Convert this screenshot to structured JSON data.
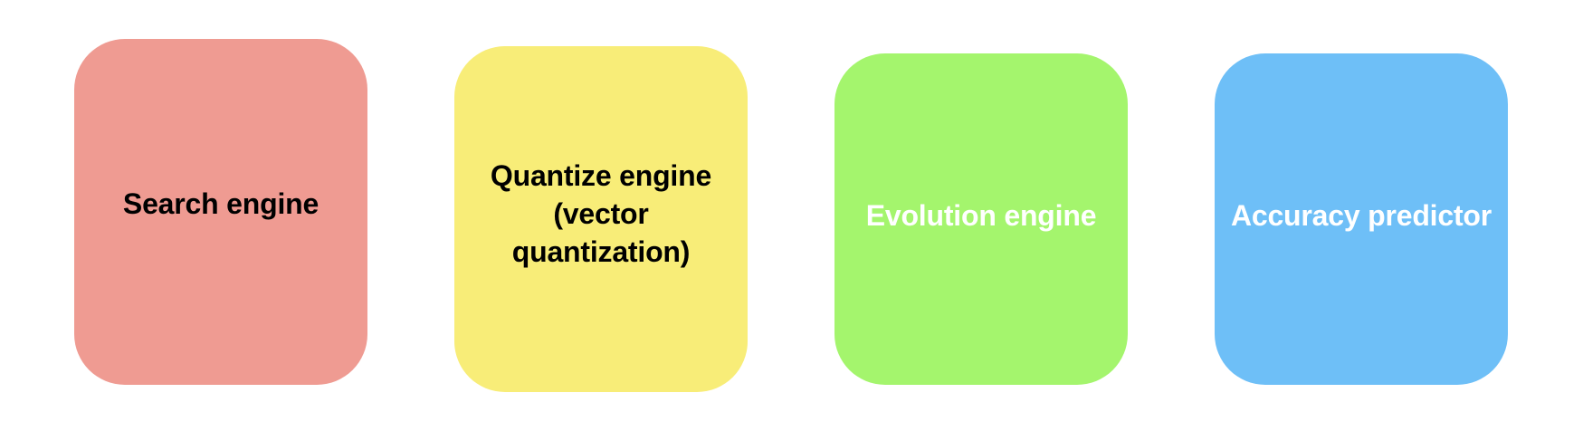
{
  "cards": [
    {
      "label": "Search engine",
      "color": "#ef9b92",
      "text_color": "#000000"
    },
    {
      "label": "Quantize engine\n(vector\nquantization)",
      "color": "#f8ed78",
      "text_color": "#000000"
    },
    {
      "label": "Evolution engine",
      "color": "#a4f56d",
      "text_color": "#ffffff"
    },
    {
      "label": "Accuracy predictor",
      "color": "#6ebff7",
      "text_color": "#ffffff"
    }
  ]
}
